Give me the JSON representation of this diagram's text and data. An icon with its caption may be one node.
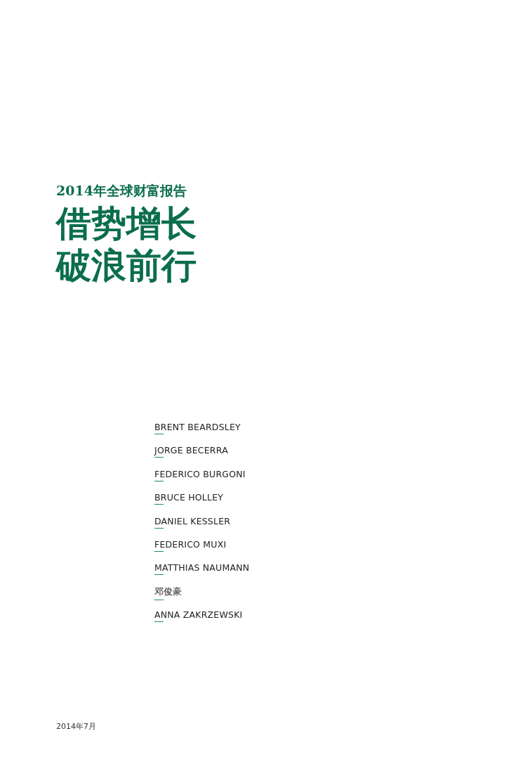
{
  "diagram": {
    "title": "2014年全球财富报告",
    "labels": [
      "借势增长破浪前行",
      "BRENT BEARDSLEY",
      "JORGE BECERRA",
      "FEDERICO BURGONI",
      "BRUCE HOLLEY",
      "DANIEL KESSLER",
      "FEDERICO MUXI",
      "MATTHIAS NAUMANN",
      "邓俊豪",
      "ANNA ZAKRZEWSKI",
      "2014年7月"
    ]
  }
}
